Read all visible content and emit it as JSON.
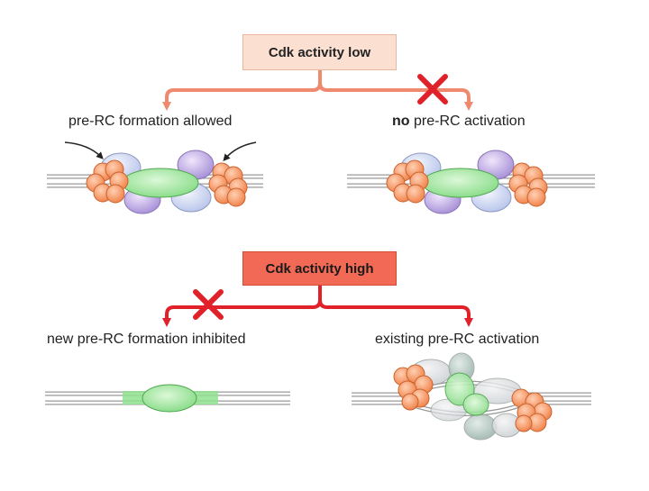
{
  "top_box": {
    "label": "Cdk activity low",
    "fill": "#fbe0d2",
    "arrow_color": "#ef8a6f"
  },
  "bottom_box": {
    "label": "Cdk activity high",
    "fill": "#f26a55",
    "arrow_color": "#e0212a"
  },
  "top_left_caption": "pre-RC formation allowed",
  "top_right_caption": {
    "bold": "no",
    "rest": " pre-RC activation"
  },
  "bottom_left_caption": "new pre-RC formation inhibited",
  "bottom_right_caption": "existing pre-RC activation",
  "colors": {
    "blocked_x": "#e0212a",
    "orc_green": "#8fe08f",
    "mcm_orange": "#f79a6a",
    "cdc6_purple": "#b9a4dc",
    "cdt1_blue": "#c9d3ee",
    "dna_strand": "#9a9a9a"
  },
  "icons": [
    "blocked-x-icon",
    "loading-arrow-icon"
  ]
}
